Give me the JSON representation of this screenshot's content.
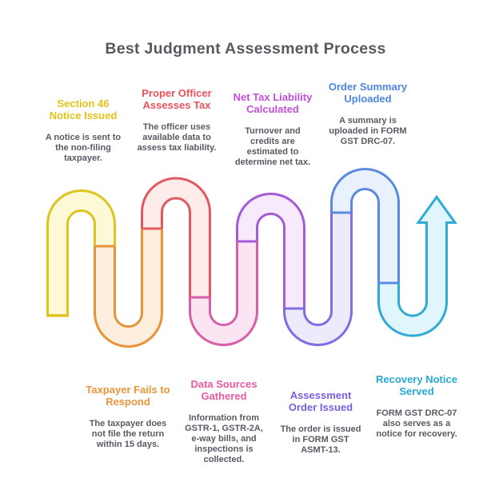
{
  "title": "Best Judgment Assessment Process",
  "title_color": "#56595f",
  "text_color": "#565b63",
  "background": "#ffffff",
  "stages": [
    {
      "name": "Section 46 Notice Issued",
      "heading": "Section 46\nNotice Issued",
      "description": "A notice is sent to\nthe non-filing\ntaxpayer.",
      "heading_color": "#e4c319",
      "tube_stroke": "#ddc51f",
      "tube_fill": "#fdf8d6",
      "row": "top"
    },
    {
      "name": "Taxpayer Fails to Respond",
      "heading": "Taxpayer Fails to\nRespond",
      "description": "The taxpayer does\nnot file the return\nwithin 15 days.",
      "heading_color": "#ec9439",
      "tube_stroke": "#e8933c",
      "tube_fill": "#fdeedd",
      "row": "bottom"
    },
    {
      "name": "Proper Officer Assesses Tax",
      "heading": "Proper Officer\nAssesses Tax",
      "description": "The officer uses\navailable data to\nassess tax liability.",
      "heading_color": "#ea525c",
      "tube_stroke": "#e4575f",
      "tube_fill": "#fdecea",
      "row": "top"
    },
    {
      "name": "Data Sources Gathered",
      "heading": "Data Sources\nGathered",
      "description": "Information from\nGSTR-1, GSTR-2A,\ne-way bills, and\ninspections is\ncollected.",
      "heading_color": "#ea5a9f",
      "tube_stroke": "#d75fa9",
      "tube_fill": "#fbe5f2",
      "row": "bottom"
    },
    {
      "name": "Net Tax Liability Calculated",
      "heading": "Net Tax Liability\nCalculated",
      "description": "Turnover and\ncredits are\nestimated to\ndetermine net tax.",
      "heading_color": "#c24fd8",
      "tube_stroke": "#a55ad8",
      "tube_fill": "#f6eafc",
      "row": "top"
    },
    {
      "name": "Assessment Order Issued",
      "heading": "Assessment\nOrder Issued",
      "description": "The order is issued\nin FORM GST\nASMT-13.",
      "heading_color": "#7a5ee2",
      "tube_stroke": "#7b6fe2",
      "tube_fill": "#edebfb",
      "row": "bottom"
    },
    {
      "name": "Order Summary Uploaded",
      "heading": "Order Summary\nUploaded",
      "description": "A summary is\nuploaded in FORM\nGST DRC-07.",
      "heading_color": "#4c86de",
      "tube_stroke": "#5a8ade",
      "tube_fill": "#e9f1fd",
      "row": "top"
    },
    {
      "name": "Recovery Notice Served",
      "heading": "Recovery Notice\nServed",
      "description": "FORM GST DRC-07\nalso serves as a\nnotice for recovery.",
      "heading_color": "#29a8d4",
      "tube_stroke": "#2fabd6",
      "tube_fill": "#e1f5fc",
      "row": "bottom"
    }
  ],
  "arrow": {
    "direction": "up",
    "stroke": "#2fabd6",
    "fill": "#e1f5fc"
  }
}
